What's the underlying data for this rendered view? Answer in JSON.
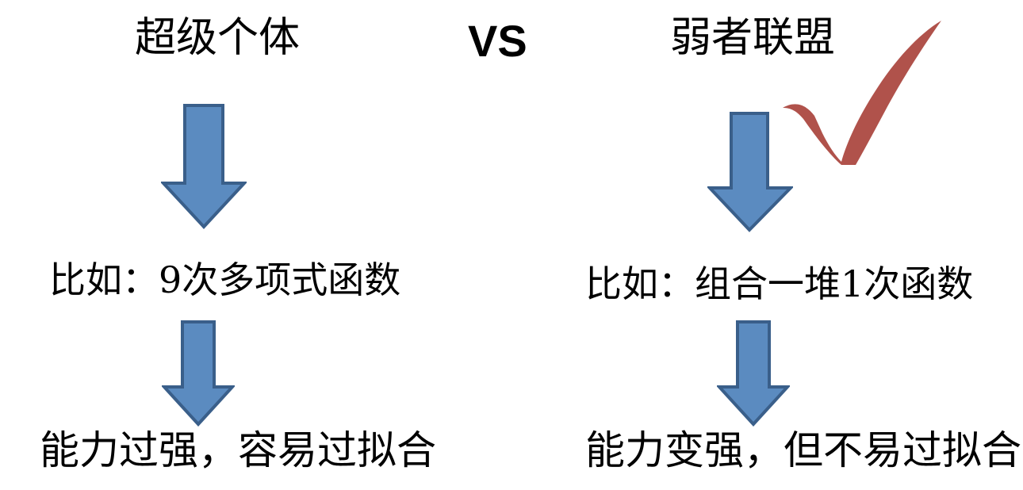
{
  "slide": {
    "background_color": "#FFFFFF",
    "arrow_fill_color": "#5B8BC0",
    "arrow_stroke_color": "#3A5F8A",
    "check_color": "#B0524B",
    "text_color": "#000000"
  },
  "center": {
    "vs_label": "VS"
  },
  "left_column": {
    "title": "超级个体",
    "example": "比如：9次多项式函数",
    "conclusion": "能力过强，容易过拟合",
    "arrow_1_name": "down-arrow-icon",
    "arrow_2_name": "down-arrow-icon"
  },
  "right_column": {
    "title": "弱者联盟",
    "example": "比如：组合一堆1次函数",
    "conclusion": "能力变强，但不易过拟合",
    "arrow_1_name": "down-arrow-icon",
    "arrow_2_name": "down-arrow-icon",
    "check_name": "checkmark-icon"
  }
}
